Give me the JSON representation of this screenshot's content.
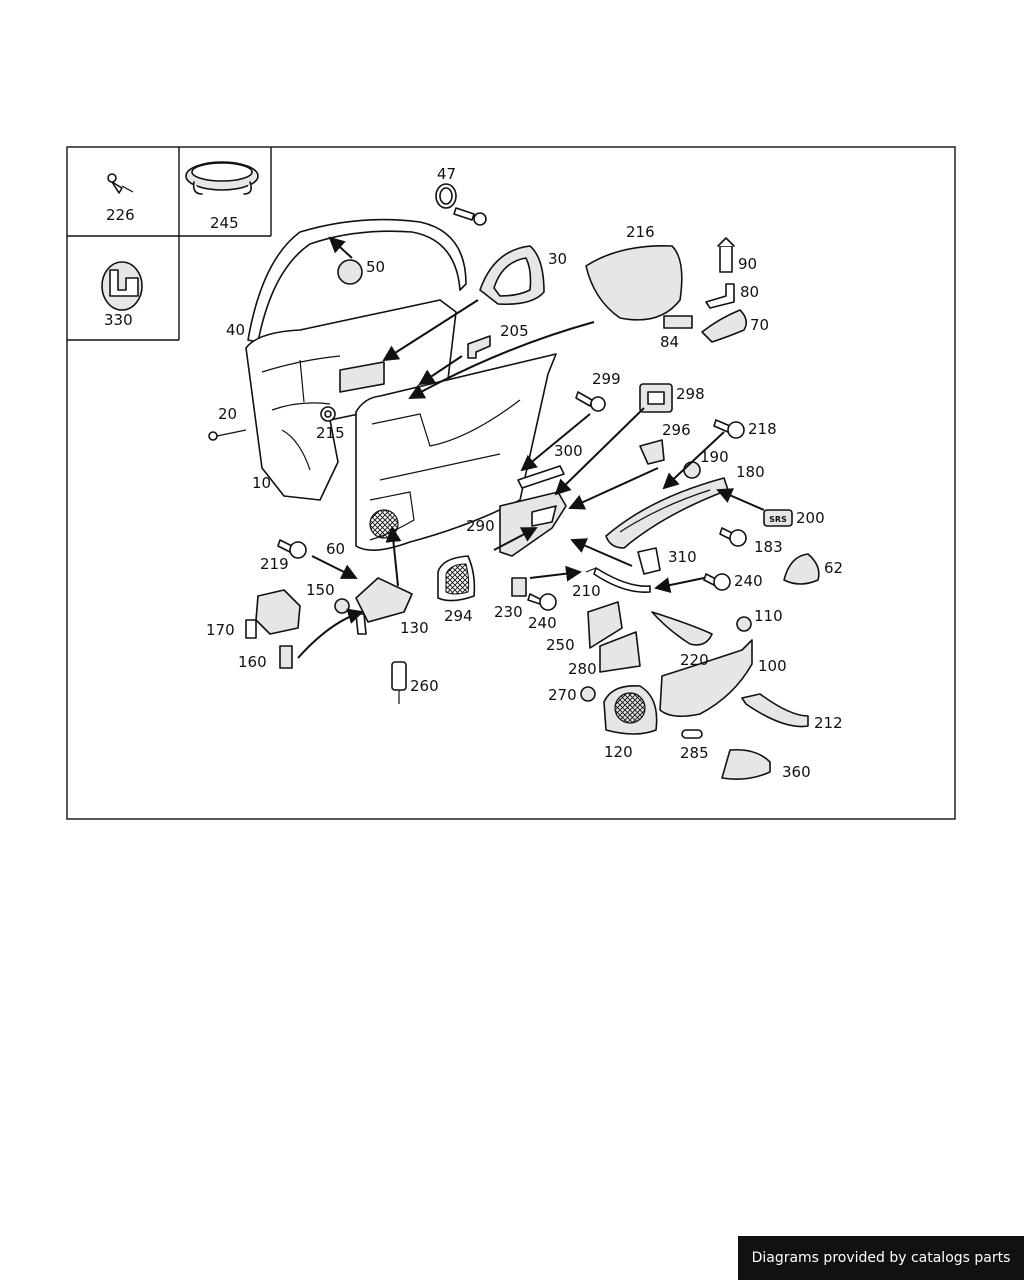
{
  "diagram": {
    "labels": [
      {
        "id": "226",
        "text": "226"
      },
      {
        "id": "245",
        "text": "245"
      },
      {
        "id": "330",
        "text": "330"
      },
      {
        "id": "47",
        "text": "47"
      },
      {
        "id": "50",
        "text": "50"
      },
      {
        "id": "30",
        "text": "30"
      },
      {
        "id": "216",
        "text": "216"
      },
      {
        "id": "90",
        "text": "90"
      },
      {
        "id": "80",
        "text": "80"
      },
      {
        "id": "70",
        "text": "70"
      },
      {
        "id": "84",
        "text": "84"
      },
      {
        "id": "40",
        "text": "40"
      },
      {
        "id": "205",
        "text": "205"
      },
      {
        "id": "20",
        "text": "20"
      },
      {
        "id": "215",
        "text": "215"
      },
      {
        "id": "10",
        "text": "10"
      },
      {
        "id": "299",
        "text": "299"
      },
      {
        "id": "298",
        "text": "298"
      },
      {
        "id": "296",
        "text": "296"
      },
      {
        "id": "218",
        "text": "218"
      },
      {
        "id": "300",
        "text": "300"
      },
      {
        "id": "190",
        "text": "190"
      },
      {
        "id": "180",
        "text": "180"
      },
      {
        "id": "200",
        "text": "200"
      },
      {
        "id": "183",
        "text": "183"
      },
      {
        "id": "290",
        "text": "290"
      },
      {
        "id": "310",
        "text": "310"
      },
      {
        "id": "62",
        "text": "62"
      },
      {
        "id": "219",
        "text": "219"
      },
      {
        "id": "60",
        "text": "60"
      },
      {
        "id": "210",
        "text": "210"
      },
      {
        "id": "240a",
        "text": "240"
      },
      {
        "id": "150",
        "text": "150"
      },
      {
        "id": "294",
        "text": "294"
      },
      {
        "id": "230",
        "text": "230"
      },
      {
        "id": "240b",
        "text": "240"
      },
      {
        "id": "110",
        "text": "110"
      },
      {
        "id": "170",
        "text": "170"
      },
      {
        "id": "130",
        "text": "130"
      },
      {
        "id": "250",
        "text": "250"
      },
      {
        "id": "160",
        "text": "160"
      },
      {
        "id": "280",
        "text": "280"
      },
      {
        "id": "220",
        "text": "220"
      },
      {
        "id": "100",
        "text": "100"
      },
      {
        "id": "260",
        "text": "260"
      },
      {
        "id": "270",
        "text": "270"
      },
      {
        "id": "212",
        "text": "212"
      },
      {
        "id": "120",
        "text": "120"
      },
      {
        "id": "285",
        "text": "285"
      },
      {
        "id": "360",
        "text": "360"
      }
    ],
    "badge_text": "SRS"
  },
  "footer": {
    "credit": "Diagrams provided by catalogs parts"
  },
  "colors": {
    "ink": "#111111",
    "background": "#ffffff",
    "footer_bg": "#111111",
    "footer_text": "#ffffff"
  }
}
